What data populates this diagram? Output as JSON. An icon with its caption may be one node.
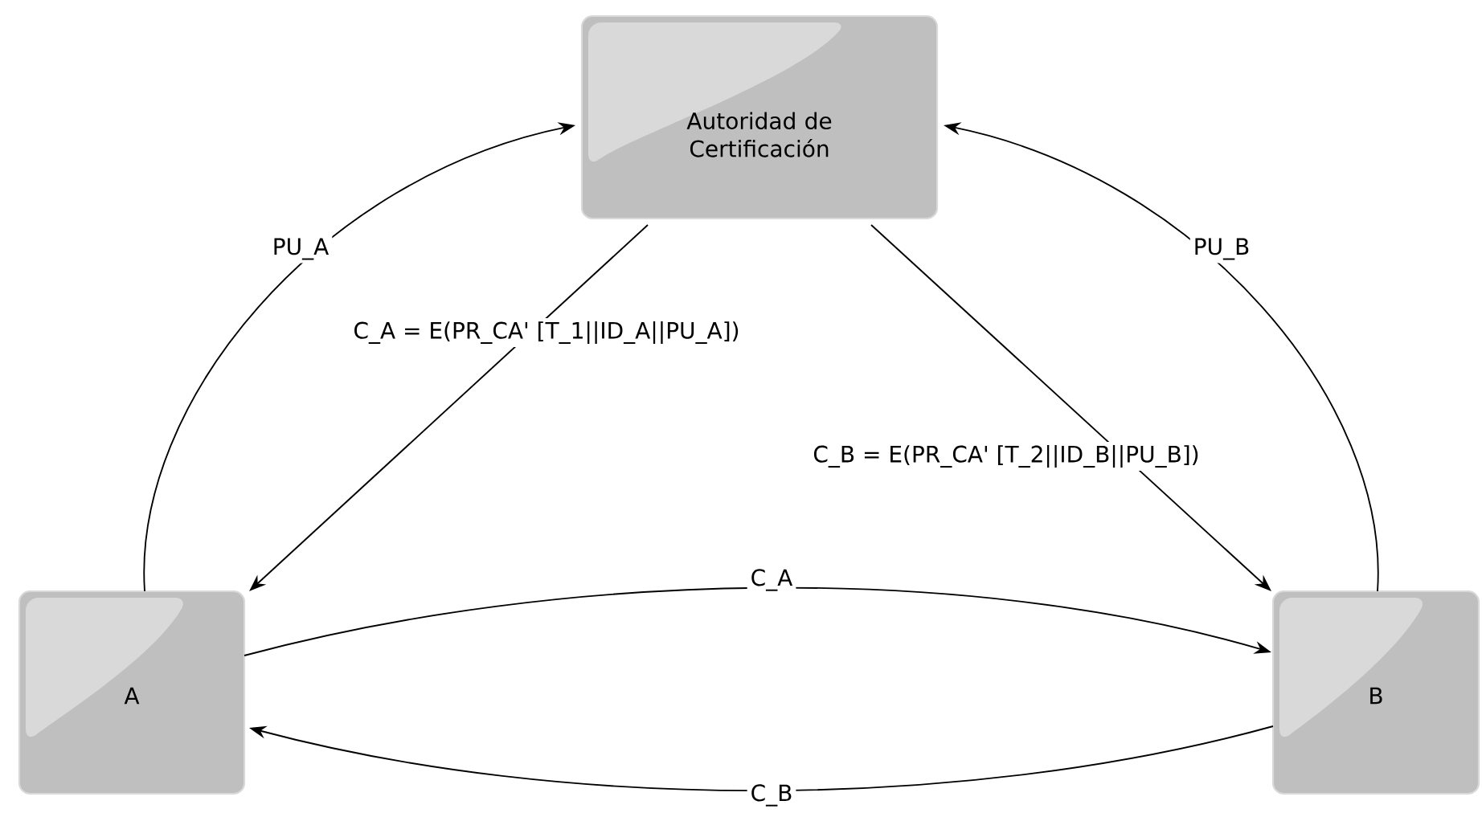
{
  "diagram": {
    "nodes": [
      {
        "text": [
          "Autoridad de Certificación"
        ]
      },
      {
        "text": [
          "A"
        ]
      },
      {
        "text": [
          "B"
        ]
      }
    ],
    "edges": [
      {
        "from": 1,
        "to": 0,
        "arrow": "to",
        "label": "PU_A"
      },
      {
        "from": 2,
        "to": 0,
        "arrow": "to",
        "label": "PU_B"
      },
      {
        "from": 0,
        "to": 1,
        "arrow": "to",
        "label": "C_A = E(PR_CA' [T_1||ID_A||PU_A])"
      },
      {
        "from": 0,
        "to": 2,
        "arrow": "to",
        "label": "C_B = E(PR_CA' [T_2||ID_B||PU_B])"
      },
      {
        "from": 1,
        "to": 2,
        "arrow": "to",
        "label": "C_A"
      },
      {
        "from": 2,
        "to": 1,
        "arrow": "to",
        "label": "C_B"
      }
    ]
  }
}
